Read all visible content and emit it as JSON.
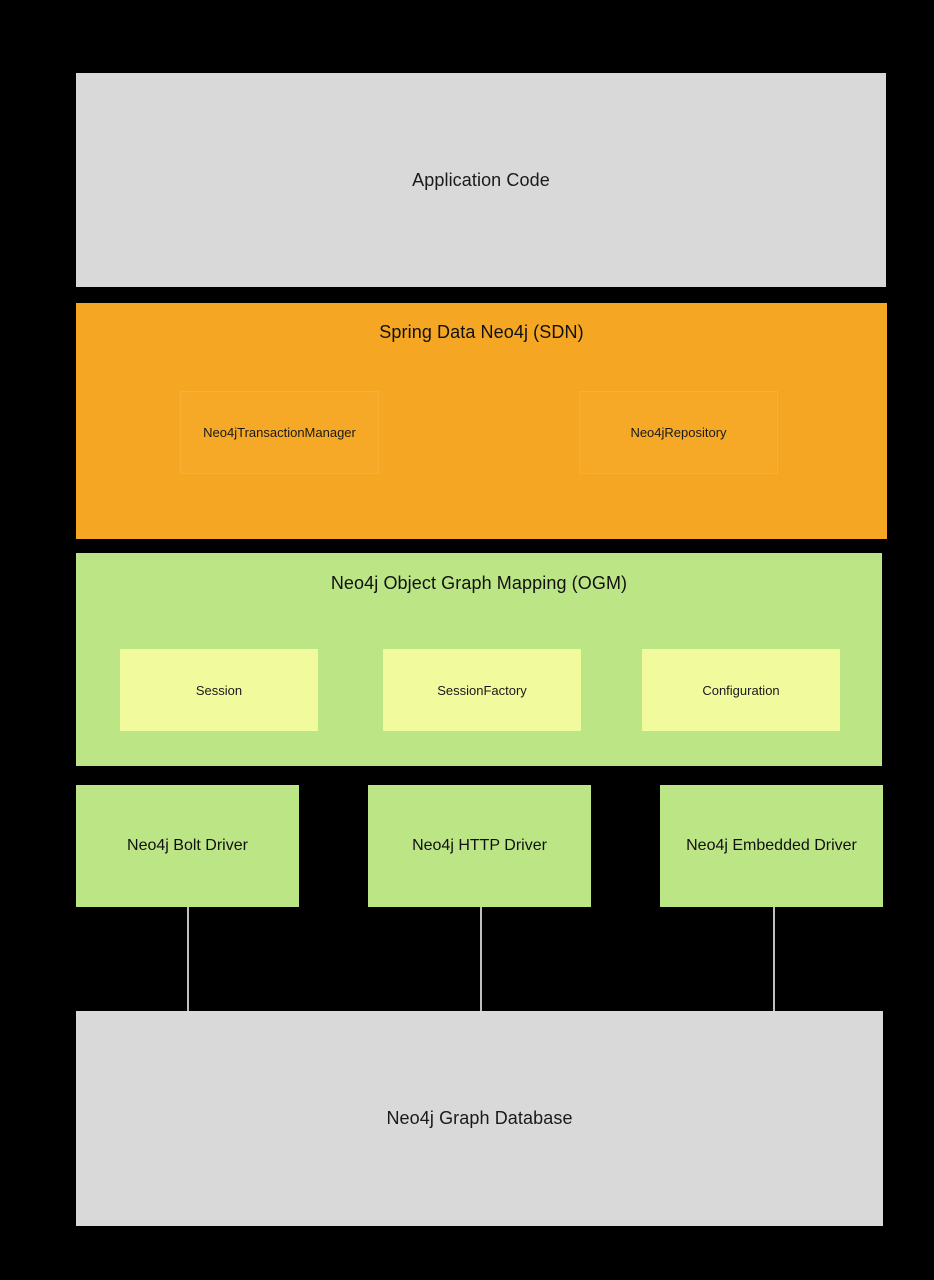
{
  "diagram": {
    "background_color": "#000000",
    "layers": {
      "application": {
        "label": "Application Code",
        "color": "#D9D9D9"
      },
      "sdn": {
        "label": "Spring Data Neo4j (SDN)",
        "color": "#F5A623",
        "components": [
          {
            "label": "Neo4jTransactionManager"
          },
          {
            "label": "Neo4jRepository"
          }
        ]
      },
      "ogm": {
        "label": "Neo4j Object Graph Mapping (OGM)",
        "color": "#BCE686",
        "component_color": "#F2FA9E",
        "components": [
          {
            "label": "Session"
          },
          {
            "label": "SessionFactory"
          },
          {
            "label": "Configuration"
          }
        ]
      },
      "drivers": {
        "color": "#BCE686",
        "items": [
          {
            "label": "Neo4j Bolt Driver"
          },
          {
            "label": "Neo4j HTTP Driver"
          },
          {
            "label": "Neo4j Embedded Driver"
          }
        ]
      },
      "database": {
        "label": "Neo4j Graph Database",
        "color": "#D9D9D9"
      }
    },
    "connectors": {
      "color": "#BFBFBF",
      "count": 3
    }
  }
}
